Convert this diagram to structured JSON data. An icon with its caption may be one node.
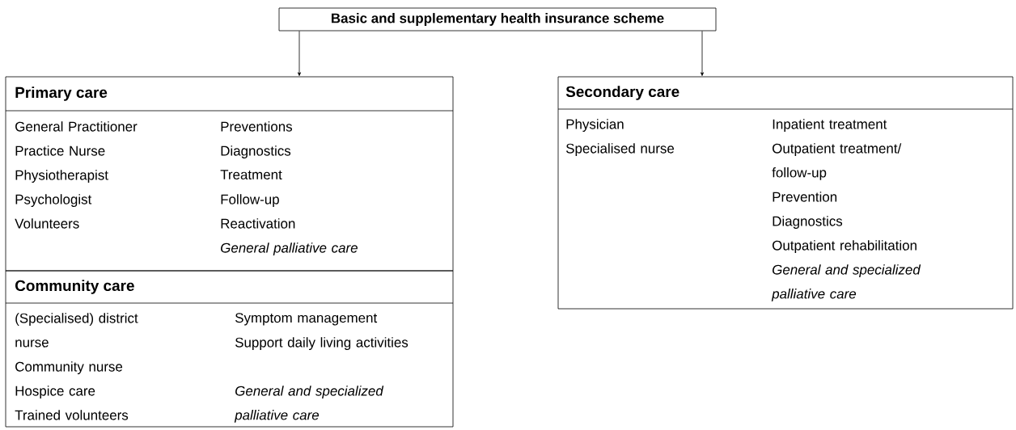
{
  "diagram": {
    "nodes": [
      {
        "text": [
          "Basic and supplementary health insurance scheme"
        ]
      },
      {
        "text": [
          "Primary care",
          "General Practitioner",
          "Practice Nurse",
          "Physiotherapist",
          "Psychologist",
          "Volunteers",
          "Preventions",
          "Diagnostics",
          "Treatment",
          "Follow-up",
          "Reactivation",
          "General palliative care"
        ]
      },
      {
        "text": [
          "Community care",
          "(Specialised) district nurse",
          "Community nurse",
          "Hospice care",
          "Trained volunteers",
          "Symptom management",
          "Support daily living activities",
          "General and specialized palliative care"
        ]
      },
      {
        "text": [
          "Secondary care",
          "Physician",
          "Specialised nurse",
          "Inpatient treatment",
          "Outpatient treatment/ follow-up",
          "Prevention",
          "Diagnostics",
          "Outpatient rehabilitation",
          "General and specialized palliative care"
        ]
      }
    ],
    "edges": [
      {
        "from": 0,
        "to": 1,
        "arrow": "to"
      },
      {
        "from": 0,
        "to": 3,
        "arrow": "to"
      }
    ]
  }
}
